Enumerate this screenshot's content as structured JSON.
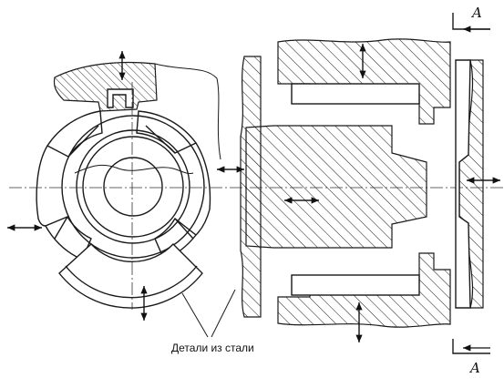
{
  "diagram": {
    "caption": "Детали из стали",
    "section_label_top": "A",
    "section_label_bottom": "A"
  }
}
